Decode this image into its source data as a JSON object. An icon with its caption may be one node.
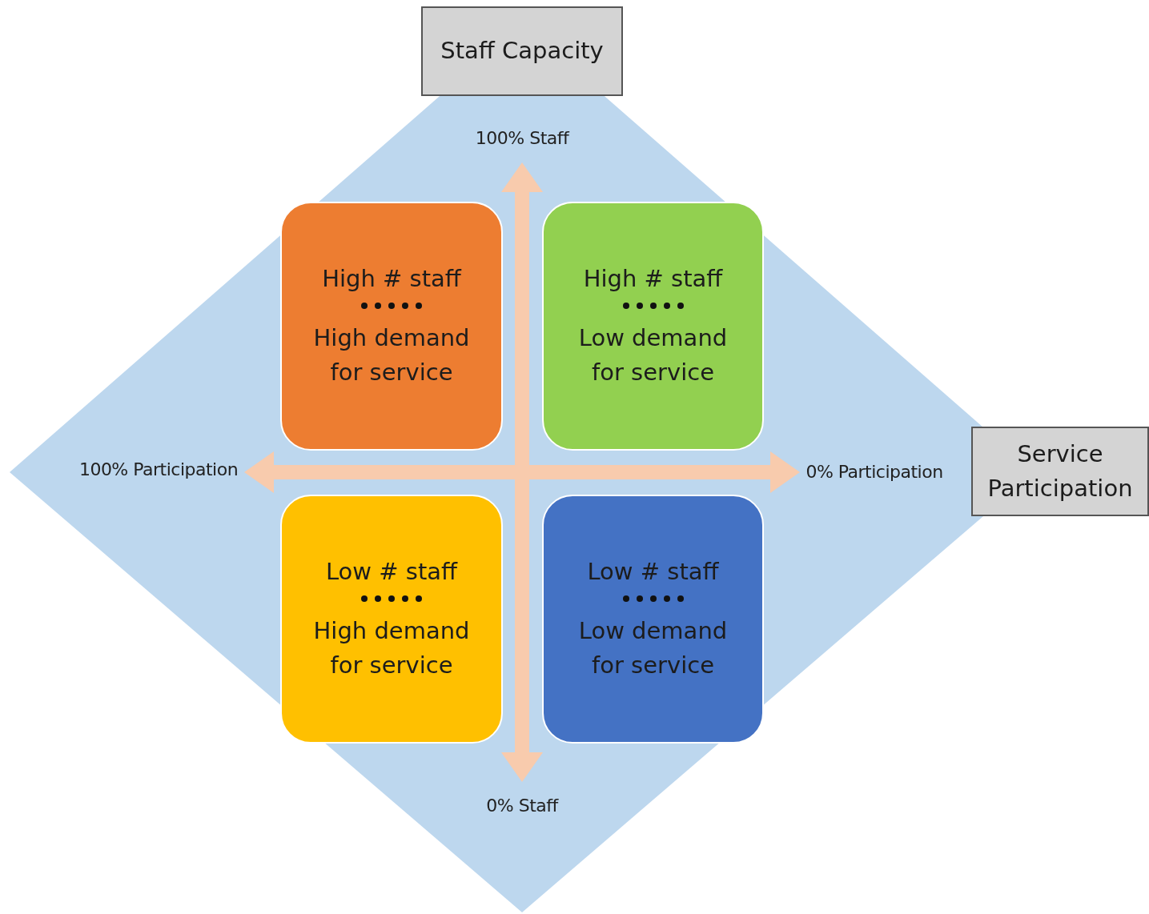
{
  "diagram": {
    "nodes": [
      {
        "text": [
          "Staff Capacity"
        ]
      },
      {
        "text": [
          "Service Participation"
        ]
      },
      {
        "text": [
          "High # staff",
          "High demand for service"
        ]
      },
      {
        "text": [
          "High # staff",
          "Low demand for service"
        ]
      },
      {
        "text": [
          "Low # staff",
          "High demand for service"
        ]
      },
      {
        "text": [
          "Low # staff",
          "Low demand for service"
        ]
      }
    ],
    "edges": [],
    "labels": [
      "100% Staff",
      "100% Participation",
      "0% Participation",
      "0% Staff"
    ]
  }
}
